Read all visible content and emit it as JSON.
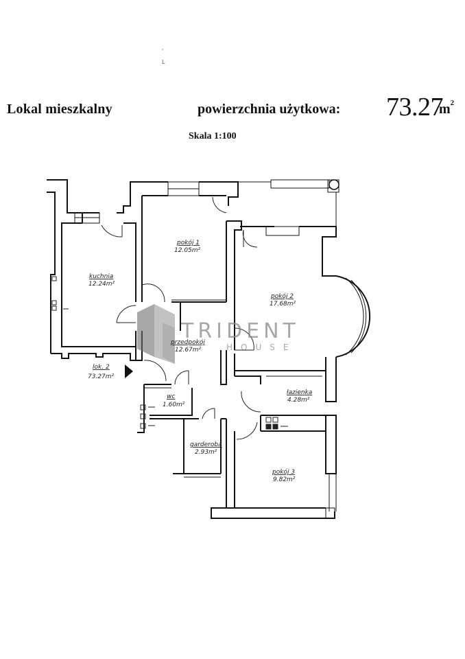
{
  "header": {
    "title": "Lokal mieszkalny",
    "area_label": "powierzchnia użytkowa:",
    "area_value": "73.27",
    "area_unit": "m",
    "area_unit_sup": "2",
    "scale": "Skala 1:100"
  },
  "stray_marks": [
    "'",
    "L"
  ],
  "unit": {
    "name": "lok. 2",
    "area": "73.27m²"
  },
  "rooms": [
    {
      "name": "kuchnia",
      "area": "12.24m²"
    },
    {
      "name": "pokój 1",
      "area": "12.05m²"
    },
    {
      "name": "pokój 2",
      "area": "17.68m²"
    },
    {
      "name": "przedpokój",
      "area": "12.67m²"
    },
    {
      "name": "wc",
      "area": "1.60m²"
    },
    {
      "name": "łazienka",
      "area": "4.28m²"
    },
    {
      "name": "garderoba",
      "area": "2.93m²"
    },
    {
      "name": "pokój 3",
      "area": "9.82m²"
    }
  ],
  "watermark": {
    "brand": "TRIDENT",
    "sub": "HOUSE",
    "color": "#8a8a8a"
  },
  "colors": {
    "wall": "#111111",
    "background": "#ffffff"
  }
}
